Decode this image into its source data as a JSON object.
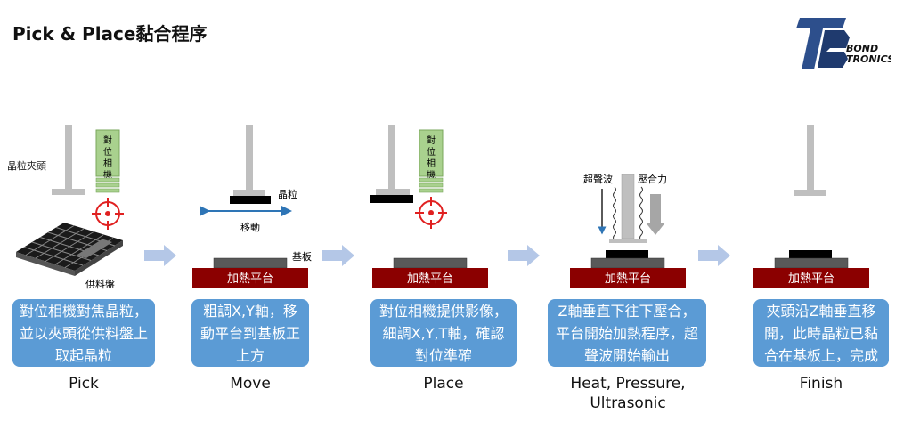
{
  "header": {
    "title": "Pick & Place黏合程序"
  },
  "logo": {
    "line1": "BOND",
    "line2": "TRONICS"
  },
  "labels": {
    "die_collet": "晶粒夾頭",
    "camera": [
      "對",
      "位",
      "相",
      "機"
    ],
    "tray": "供料盤",
    "die": "晶粒",
    "move": "移動",
    "substrate": "基板",
    "heater": "加熱平台",
    "ultrasonic": "超聲波",
    "force": "壓合力"
  },
  "stages": [
    {
      "name": "Pick",
      "caption": "對位相機對焦晶粒，並以夾頭從供料盤上取起晶粒"
    },
    {
      "name": "Move",
      "caption": "粗調X,Y軸，移動平台到基板正上方"
    },
    {
      "name": "Place",
      "caption": "對位相機提供影像，細調X,Y,T軸，確認對位準確"
    },
    {
      "name": "Heat, Pressure, Ultrasonic",
      "caption": "Z軸垂直下往下壓合，平台開始加熱程序，超聲波開始輸出"
    },
    {
      "name": "Finish",
      "caption": "夾頭沿Z軸垂直移開，此時晶粒已黏合在基板上，完成"
    }
  ],
  "colors": {
    "caption_bg": "#5b9bd5",
    "heater": "#8b0000",
    "camera": "#a9d18e",
    "arrow": "#b4c7e7",
    "crosshair": "#e02020",
    "logo_blue": "#1f3a6e"
  }
}
